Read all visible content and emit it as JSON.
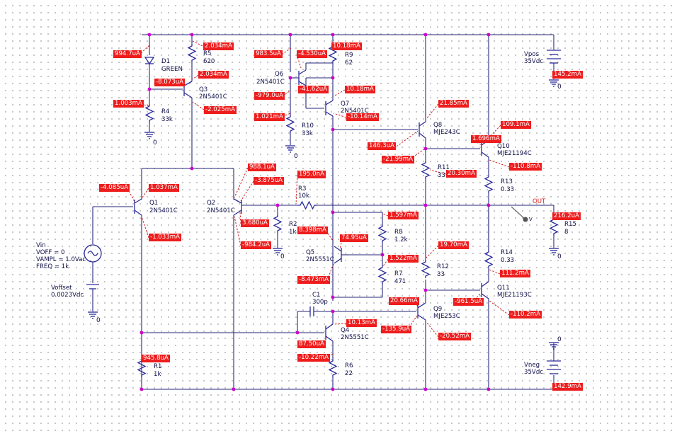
{
  "components": {
    "D1": {
      "ref": "D1",
      "value": "GREEN"
    },
    "R5": {
      "ref": "R5",
      "value": "620"
    },
    "Q3": {
      "ref": "Q3",
      "value": "2N5401C"
    },
    "R4": {
      "ref": "R4",
      "value": "33k"
    },
    "Q6": {
      "ref": "Q6",
      "value": "2N5401C"
    },
    "R9": {
      "ref": "R9",
      "value": "62"
    },
    "Q7": {
      "ref": "Q7",
      "value": "2N5401C"
    },
    "R10": {
      "ref": "R10",
      "value": "33k"
    },
    "Q8": {
      "ref": "Q8",
      "value": "MJE243C"
    },
    "R11": {
      "ref": "R11",
      "value": "33"
    },
    "Q10": {
      "ref": "Q10",
      "value": "MJE21194C"
    },
    "R13": {
      "ref": "R13",
      "value": "0.33"
    },
    "Q1": {
      "ref": "Q1",
      "value": "2N5401C"
    },
    "Q2": {
      "ref": "Q2",
      "value": "2N5401C"
    },
    "R3": {
      "ref": "R3",
      "value": "10k"
    },
    "R2": {
      "ref": "R2",
      "value": "1k"
    },
    "R8": {
      "ref": "R8",
      "value": "1.2k"
    },
    "Q5": {
      "ref": "Q5",
      "value": "2N5551C"
    },
    "R7": {
      "ref": "R7",
      "value": "471"
    },
    "R12": {
      "ref": "R12",
      "value": "33"
    },
    "R14": {
      "ref": "R14",
      "value": "0.33"
    },
    "Q11": {
      "ref": "Q11",
      "value": "MJE21193C"
    },
    "R15": {
      "ref": "R15",
      "value": "8"
    },
    "C1": {
      "ref": "C1",
      "value": "300p"
    },
    "Q9": {
      "ref": "Q9",
      "value": "MJE253C"
    },
    "Q4": {
      "ref": "Q4",
      "value": "2N5551C"
    },
    "R6": {
      "ref": "R6",
      "value": "22"
    },
    "R1": {
      "ref": "R1",
      "value": "1k"
    },
    "Vpos": {
      "ref": "Vpos",
      "value": "35Vdc"
    },
    "Vneg": {
      "ref": "Vneg",
      "value": "35Vdc"
    },
    "Vin": {
      "ref": "Vin",
      "voff": "VOFF = 0",
      "vampl": "VAMPL = 1.0Vac",
      "freq": "FREQ = 1k"
    },
    "Voffset": {
      "ref": "Voffset",
      "value": "0.0023Vdc"
    }
  },
  "net_labels": {
    "out": "OUT",
    "ground": "0",
    "probe": "V"
  },
  "currents": [
    "994.7uA",
    "2.034mA",
    "2.034mA",
    "-8.073uA",
    "1.003mA",
    "-2.025mA",
    "983.5uA",
    "-4.530uA",
    "10.18mA",
    "-41.62uA",
    "10.18mA",
    "-979.0uA",
    "1.021mA",
    "-10.14mA",
    "21.85mA",
    "146.3uA",
    "-21.99mA",
    "20.30mA",
    "109.1mA",
    "1.696mA",
    "-110.8mA",
    "145.2mA",
    "-4.085uA",
    "1.037mA",
    "-1.033mA",
    "988.1uA",
    "-3.875uA",
    "3.680uA",
    "-984.2uA",
    "195.0nA",
    "216.2uA",
    "1.597mA",
    "8.398mA",
    "74.95uA",
    "1.522mA",
    "-8.473mA",
    "19.70mA",
    "111.2mA",
    "-961.5uA",
    "-110.2mA",
    "20.66mA",
    "-135.9uA",
    "-20.52mA",
    "10.13mA",
    "87.50uA",
    "-10.22mA",
    "945.8uA",
    "142.9mA"
  ],
  "colors": {
    "wire": "#26267a",
    "node": "#cc00cc",
    "tag_bg": "#ee1d1d",
    "tag_text": "#ffffff",
    "out_label": "#dd2222"
  }
}
